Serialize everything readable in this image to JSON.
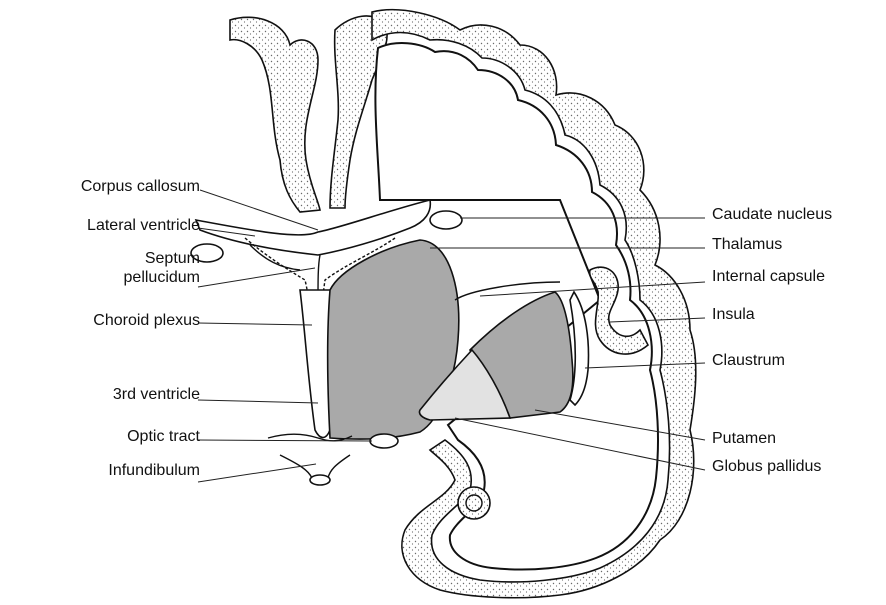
{
  "labels": {
    "corpus_callosum": "Corpus callosum",
    "lateral_ventricle": "Lateral ventricle",
    "septum_line1": "Septum",
    "septum_line2": "pellucidum",
    "choroid_plexus": "Choroid plexus",
    "third_ventricle": "3rd ventricle",
    "optic_tract": "Optic tract",
    "infundibulum": "Infundibulum",
    "caudate_nucleus": "Caudate nucleus",
    "thalamus": "Thalamus",
    "internal_capsule": "Internal capsule",
    "insula": "Insula",
    "claustrum": "Claustrum",
    "putamen": "Putamen",
    "globus_pallidus": "Globus pallidus"
  },
  "colors": {
    "thalamus_fill": "#a9a9a9",
    "putamen_fill": "#a9a9a9",
    "globus_pallidus_fill": "#e2e2e2",
    "cortex_stipple": "#6a6a6a"
  }
}
